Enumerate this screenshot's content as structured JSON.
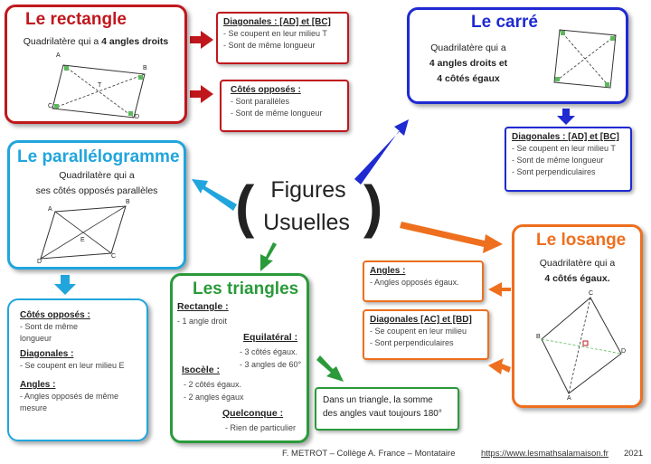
{
  "center": {
    "word1": "Figures",
    "word2": "Usuelles"
  },
  "rectangle": {
    "title": "Le rectangle",
    "desc_prefix": "Quadrilatère qui a ",
    "desc_bold": "4 angles droits",
    "labels": {
      "a": "A",
      "b": "B",
      "c": "C",
      "d": "D",
      "t": "T"
    },
    "diagonales": {
      "head": "Diagonales : [AD] et [BC]",
      "items": [
        "- Se coupent en leur milieu T",
        "- Sont de même longueur"
      ]
    },
    "cotes": {
      "head": "Côtés opposés :",
      "items": [
        "- Sont parallèles",
        "- Sont de même longueur"
      ]
    }
  },
  "carre": {
    "title": "Le carré",
    "desc1": "Quadrilatère qui a",
    "desc2": "4 angles droits et",
    "desc3": "4 côtés égaux",
    "diagonales": {
      "head": "Diagonales : [AD] et [BC]",
      "items": [
        "- Se coupent en leur milieu T",
        "- Sont de même longueur",
        "- Sont perpendiculaires"
      ]
    }
  },
  "parallelogramme": {
    "title": "Le parallélogramme",
    "desc1": "Quadrilatère qui a",
    "desc2": "ses côtés opposés parallèles",
    "labels": {
      "a": "A",
      "b": "B",
      "c": "C",
      "d": "D",
      "e": "E"
    },
    "details": {
      "cotes_head": "Côtés opposés :",
      "cotes_items": [
        "- Sont de même",
        "longueur"
      ],
      "diag_head": "Diagonales :",
      "diag_items": [
        "- Se coupent en leur milieu E"
      ],
      "angles_head": "Angles :",
      "angles_items": [
        "- Angles opposés de même",
        "mesure"
      ]
    }
  },
  "triangles": {
    "title": "Les triangles",
    "rect_head": "Rectangle :",
    "rect_item": "- 1 angle droit",
    "equi_head": "Equilatéral :",
    "equi_items": [
      "- 3 côtés égaux.",
      "- 3 angles de 60°"
    ],
    "iso_head": "Isocèle :",
    "iso_items": [
      "- 2 côtés égaux.",
      "- 2 angles égaux"
    ],
    "quel_head": "Quelconque :",
    "quel_item": "- Rien de particulier",
    "somme1": "Dans un triangle, la somme",
    "somme2": "des angles vaut toujours 180°"
  },
  "losange": {
    "title": "Le losange",
    "desc1": "Quadrilatère qui a",
    "desc2": "4 côtés égaux.",
    "labels": {
      "a": "A",
      "b": "B",
      "c": "C",
      "d": "D"
    },
    "angles": {
      "head": "Angles :",
      "items": [
        "- Angles opposés égaux."
      ]
    },
    "diagonales": {
      "head": "Diagonales [AC] et [BD]",
      "items": [
        "- Se coupent en leur milieu",
        "- Sont perpendiculaires"
      ]
    }
  },
  "footer": {
    "author": "F. METROT – Collège A. France – Montataire",
    "url": "https://www.lesmathsalamaison.fr",
    "year": "2021"
  },
  "colors": {
    "red": "#c0171d",
    "blue": "#1f2ad1",
    "cyan": "#21a5dd",
    "green": "#2a9a3a",
    "orange": "#ee6f1e"
  }
}
